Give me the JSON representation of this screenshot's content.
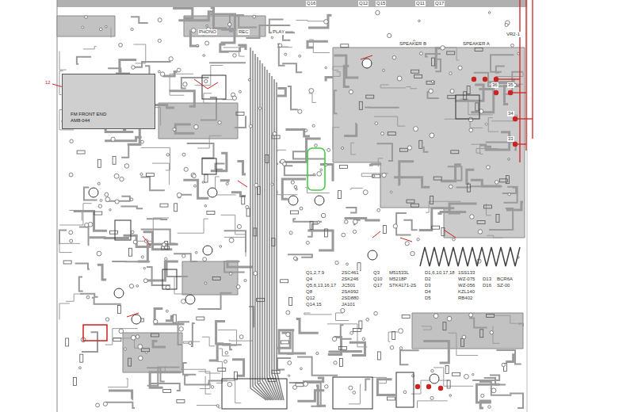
{
  "diagram": {
    "nodes": [
      {
        "text": [
          "FM FRONT END",
          "AM8-044"
        ]
      }
    ],
    "labels": [
      "PHONO",
      "REC",
      "PLAY",
      "Q16",
      "Q12",
      "Q15",
      "Q11",
      "Q17",
      "SPEAKER B",
      "SPEAKER A",
      "VR2-1",
      "12",
      "36",
      "35",
      "34",
      "33",
      "Q1,2,7,9",
      "2SC461",
      "Q4",
      "2SK246",
      "Q5,6,13,16,17",
      "JC501",
      "Q8",
      "2SA992",
      "Q12",
      "2SD880",
      "Q14,15",
      "JA101",
      "Q3",
      "M51533L",
      "Q10",
      "M5218P",
      "Q17",
      "STK4171-2S",
      "D1,6,10,17,18",
      "1SS133",
      "D2",
      "WZ-075",
      "D3",
      "WZ-056",
      "D4",
      "KZL140",
      "D5",
      "RB402",
      "D13",
      "BCR6A",
      "D16",
      "SZ-00"
    ]
  }
}
